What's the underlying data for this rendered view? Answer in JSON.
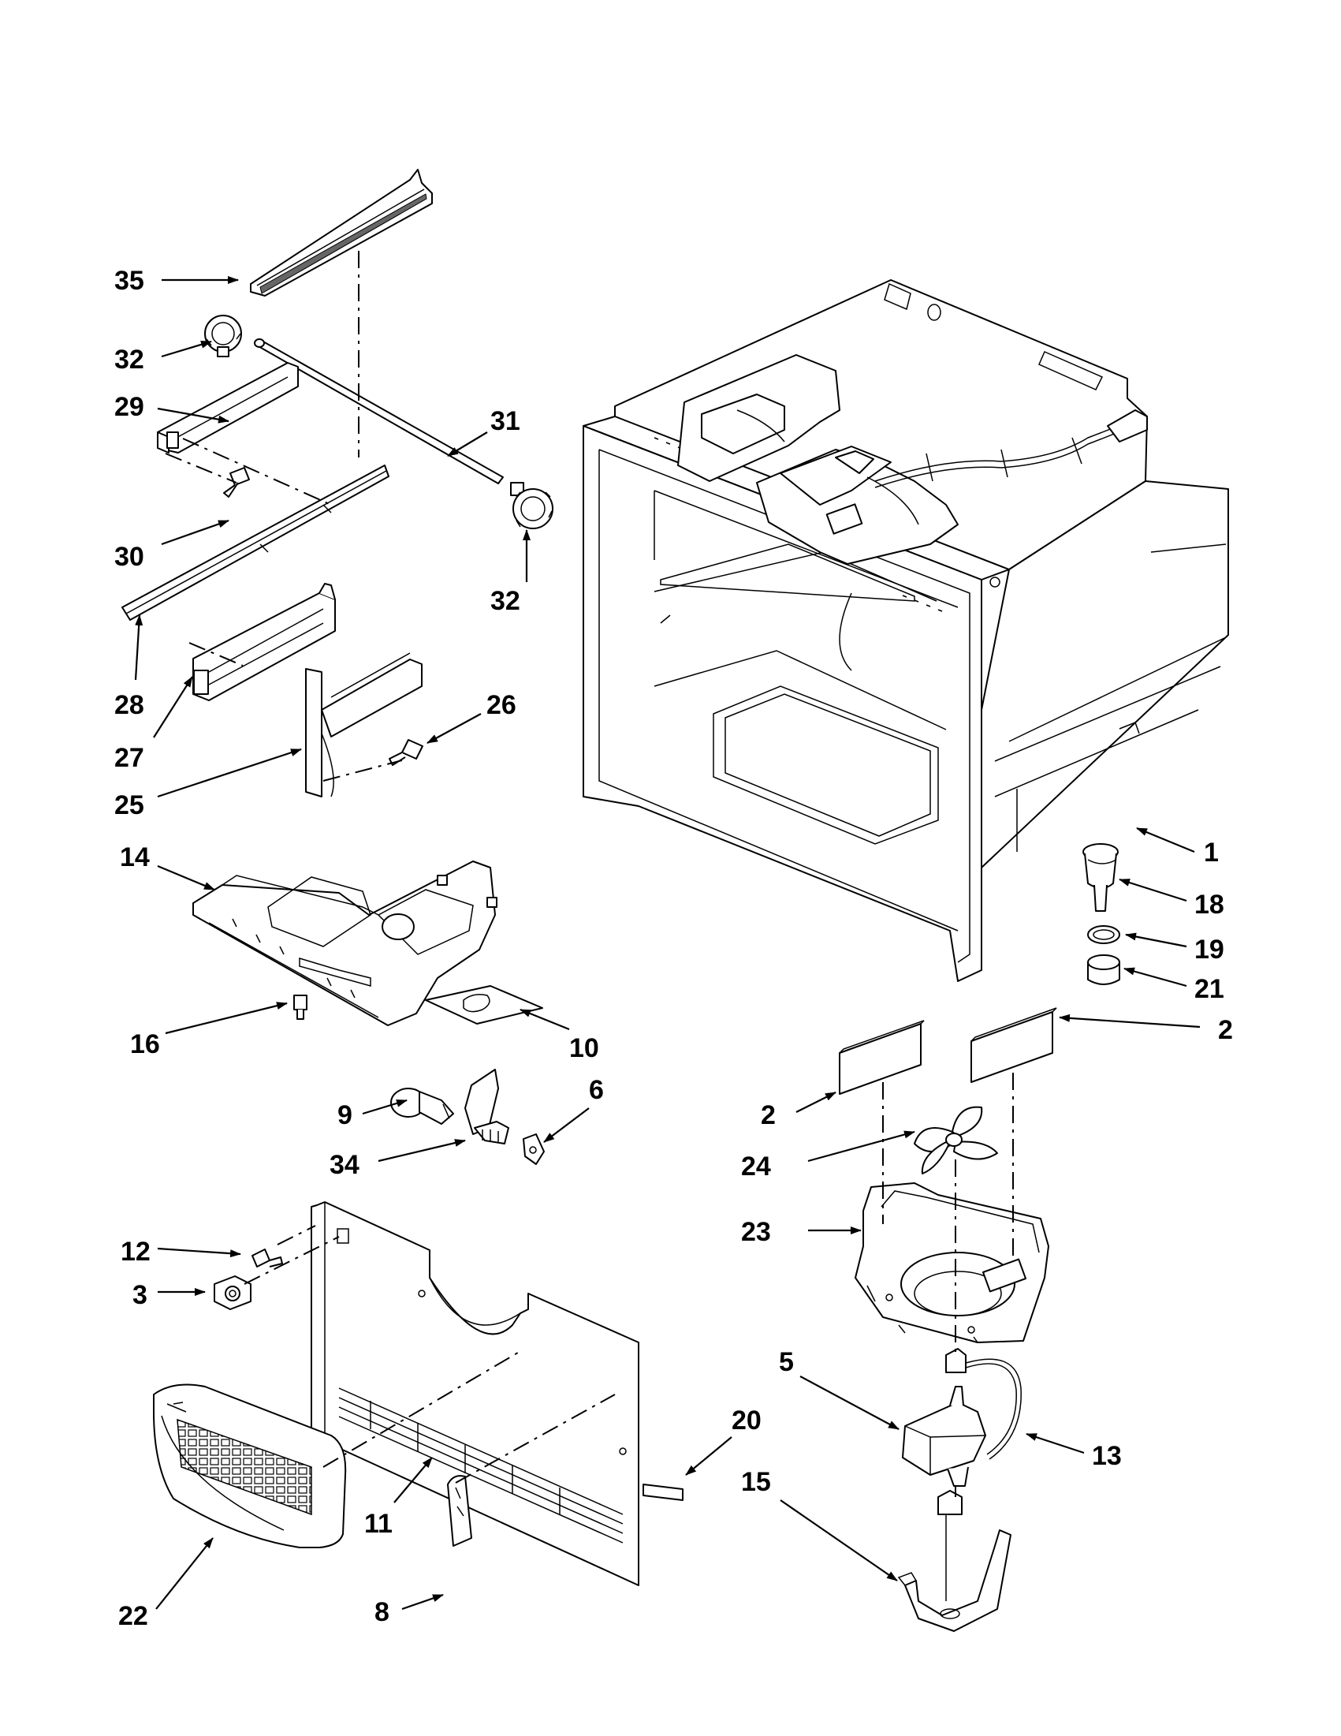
{
  "callouts": [
    {
      "id": "35",
      "text": "35"
    },
    {
      "id": "32a",
      "text": "32"
    },
    {
      "id": "29",
      "text": "29"
    },
    {
      "id": "31",
      "text": "31"
    },
    {
      "id": "30",
      "text": "30"
    },
    {
      "id": "32b",
      "text": "32"
    },
    {
      "id": "28",
      "text": "28"
    },
    {
      "id": "27",
      "text": "27"
    },
    {
      "id": "26",
      "text": "26"
    },
    {
      "id": "25",
      "text": "25"
    },
    {
      "id": "14",
      "text": "14"
    },
    {
      "id": "1",
      "text": "1"
    },
    {
      "id": "18",
      "text": "18"
    },
    {
      "id": "19",
      "text": "19"
    },
    {
      "id": "21",
      "text": "21"
    },
    {
      "id": "16",
      "text": "16"
    },
    {
      "id": "10",
      "text": "10"
    },
    {
      "id": "2a",
      "text": "2"
    },
    {
      "id": "6",
      "text": "6"
    },
    {
      "id": "9",
      "text": "9"
    },
    {
      "id": "2b",
      "text": "2"
    },
    {
      "id": "34",
      "text": "34"
    },
    {
      "id": "24",
      "text": "24"
    },
    {
      "id": "12",
      "text": "12"
    },
    {
      "id": "23",
      "text": "23"
    },
    {
      "id": "3",
      "text": "3"
    },
    {
      "id": "5",
      "text": "5"
    },
    {
      "id": "20",
      "text": "20"
    },
    {
      "id": "13",
      "text": "13"
    },
    {
      "id": "15",
      "text": "15"
    },
    {
      "id": "11",
      "text": "11"
    },
    {
      "id": "22",
      "text": "22"
    },
    {
      "id": "8",
      "text": "8"
    }
  ]
}
